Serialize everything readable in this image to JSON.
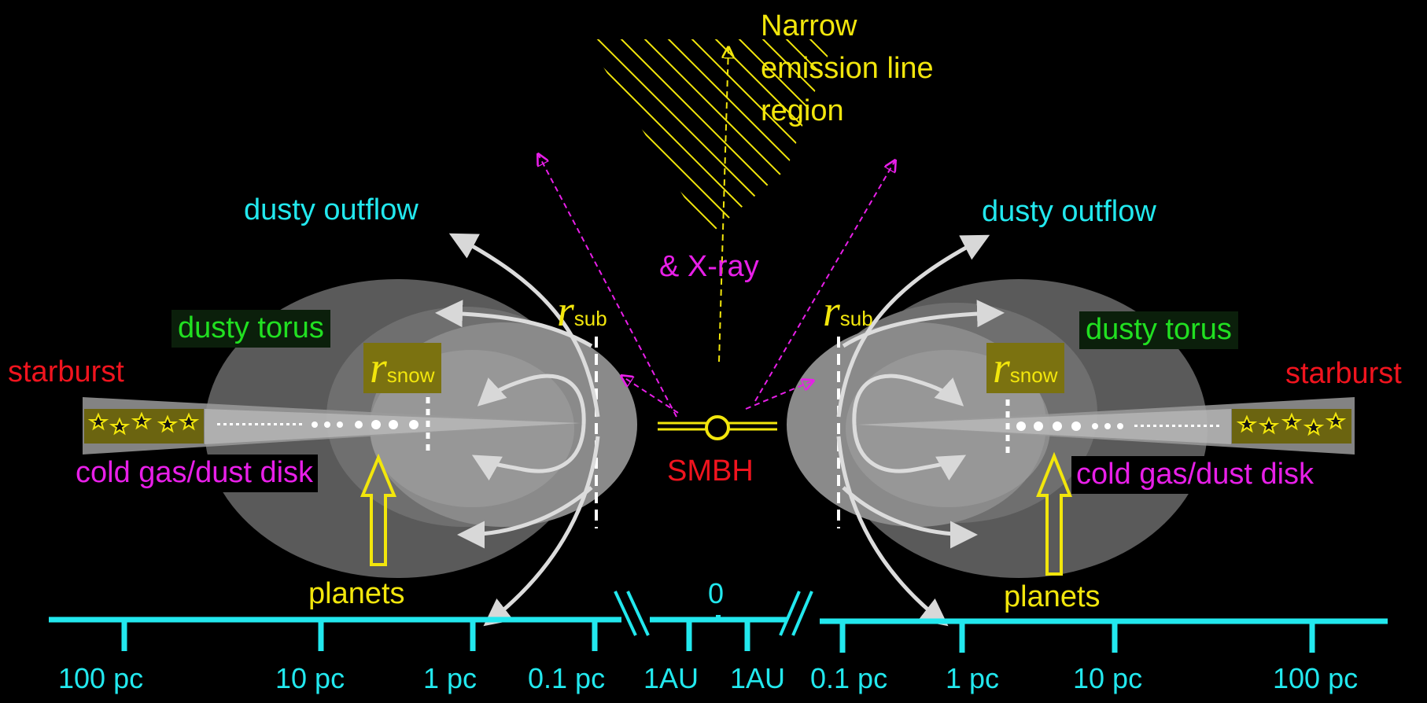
{
  "labels": {
    "narrow_line": [
      "Narrow",
      "emission line",
      "region"
    ],
    "xray": "& X-ray",
    "dusty_outflow_left": "dusty outflow",
    "dusty_outflow_right": "dusty outflow",
    "dusty_torus_left": "dusty torus",
    "dusty_torus_right": "dusty torus",
    "starburst_left": "starburst",
    "starburst_right": "starburst",
    "cold_disk_left": "cold gas/dust disk",
    "cold_disk_right": "cold gas/dust disk",
    "planets_left": "planets",
    "planets_right": "planets",
    "smbh": "SMBH",
    "r_symbol": "r",
    "r_sub": "sub",
    "r_snow": "snow",
    "zero": "0"
  },
  "axis": {
    "ticks_left": [
      "100 pc",
      "10 pc",
      "1 pc",
      "0.1 pc",
      "1AU"
    ],
    "ticks_right": [
      "1AU",
      "0.1 pc",
      "1 pc",
      "10 pc",
      "100 pc"
    ]
  },
  "colors": {
    "axis": "#22e8ee",
    "outflow": "#22e8ee",
    "torus_label": "#21e021",
    "disk_label": "#e81fe8",
    "starburst": "#f0141e",
    "planets": "#f2e60c",
    "radiation": "#e81fe8",
    "background": "#000000"
  }
}
